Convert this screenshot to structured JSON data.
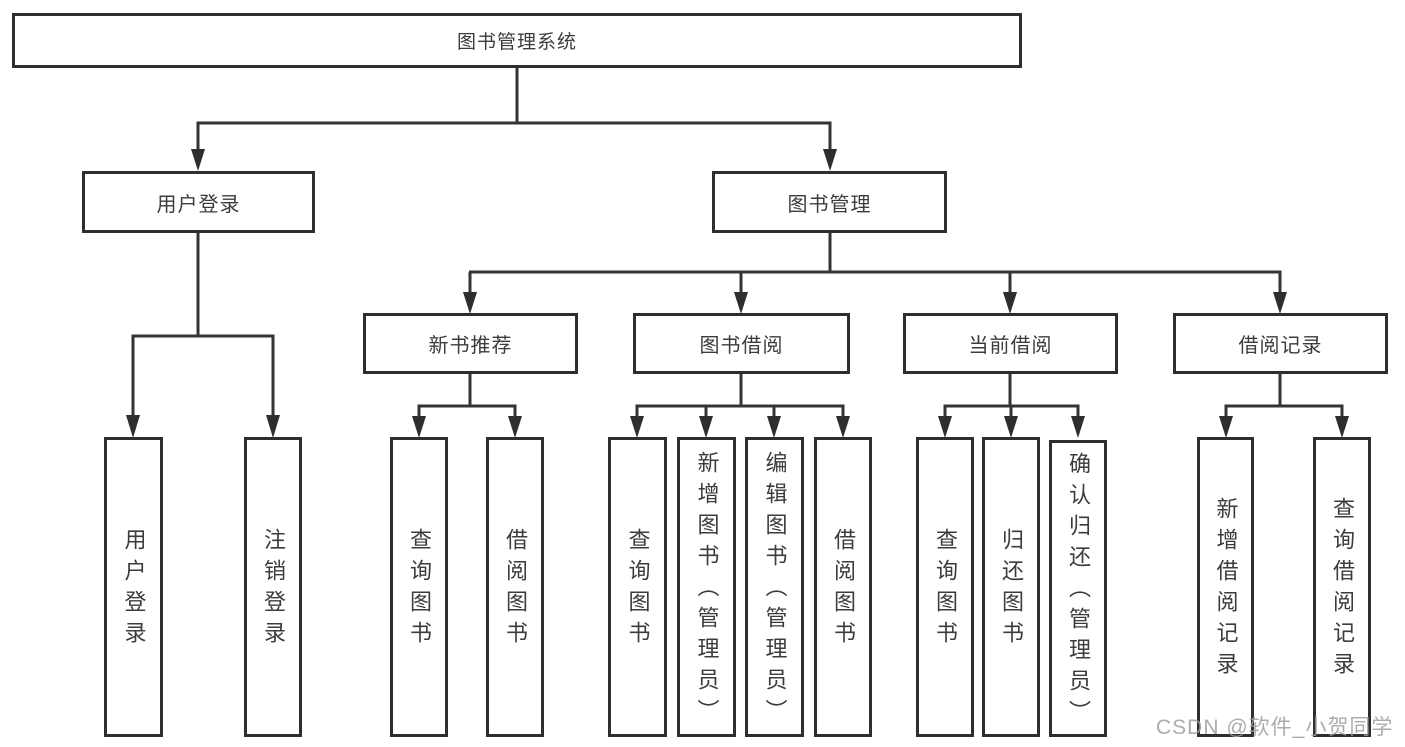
{
  "diagram": {
    "root": {
      "label": "图书管理系统"
    },
    "branches": [
      {
        "label": "用户登录",
        "children": [
          {
            "label": "用户登录"
          },
          {
            "label": "注销登录"
          }
        ]
      },
      {
        "label": "图书管理",
        "groups": [
          {
            "label": "新书推荐",
            "children": [
              {
                "label": "查询图书"
              },
              {
                "label": "借阅图书"
              }
            ]
          },
          {
            "label": "图书借阅",
            "children": [
              {
                "label": "查询图书"
              },
              {
                "label": "新增图书（管理员）"
              },
              {
                "label": "编辑图书（管理员）"
              },
              {
                "label": "借阅图书"
              }
            ]
          },
          {
            "label": "当前借阅",
            "children": [
              {
                "label": "查询图书"
              },
              {
                "label": "归还图书"
              },
              {
                "label": "确认归还（管理员）"
              }
            ]
          },
          {
            "label": "借阅记录",
            "children": [
              {
                "label": "新增借阅记录"
              },
              {
                "label": "查询借阅记录"
              }
            ]
          }
        ]
      }
    ]
  },
  "watermark": {
    "text": "CSDN @软件_小贺同学"
  },
  "colors": {
    "line": "#333333",
    "box_border": "#2e2e2e",
    "text": "#3c3c3c",
    "background": "#ffffff",
    "watermark": "#9e9e9e"
  }
}
